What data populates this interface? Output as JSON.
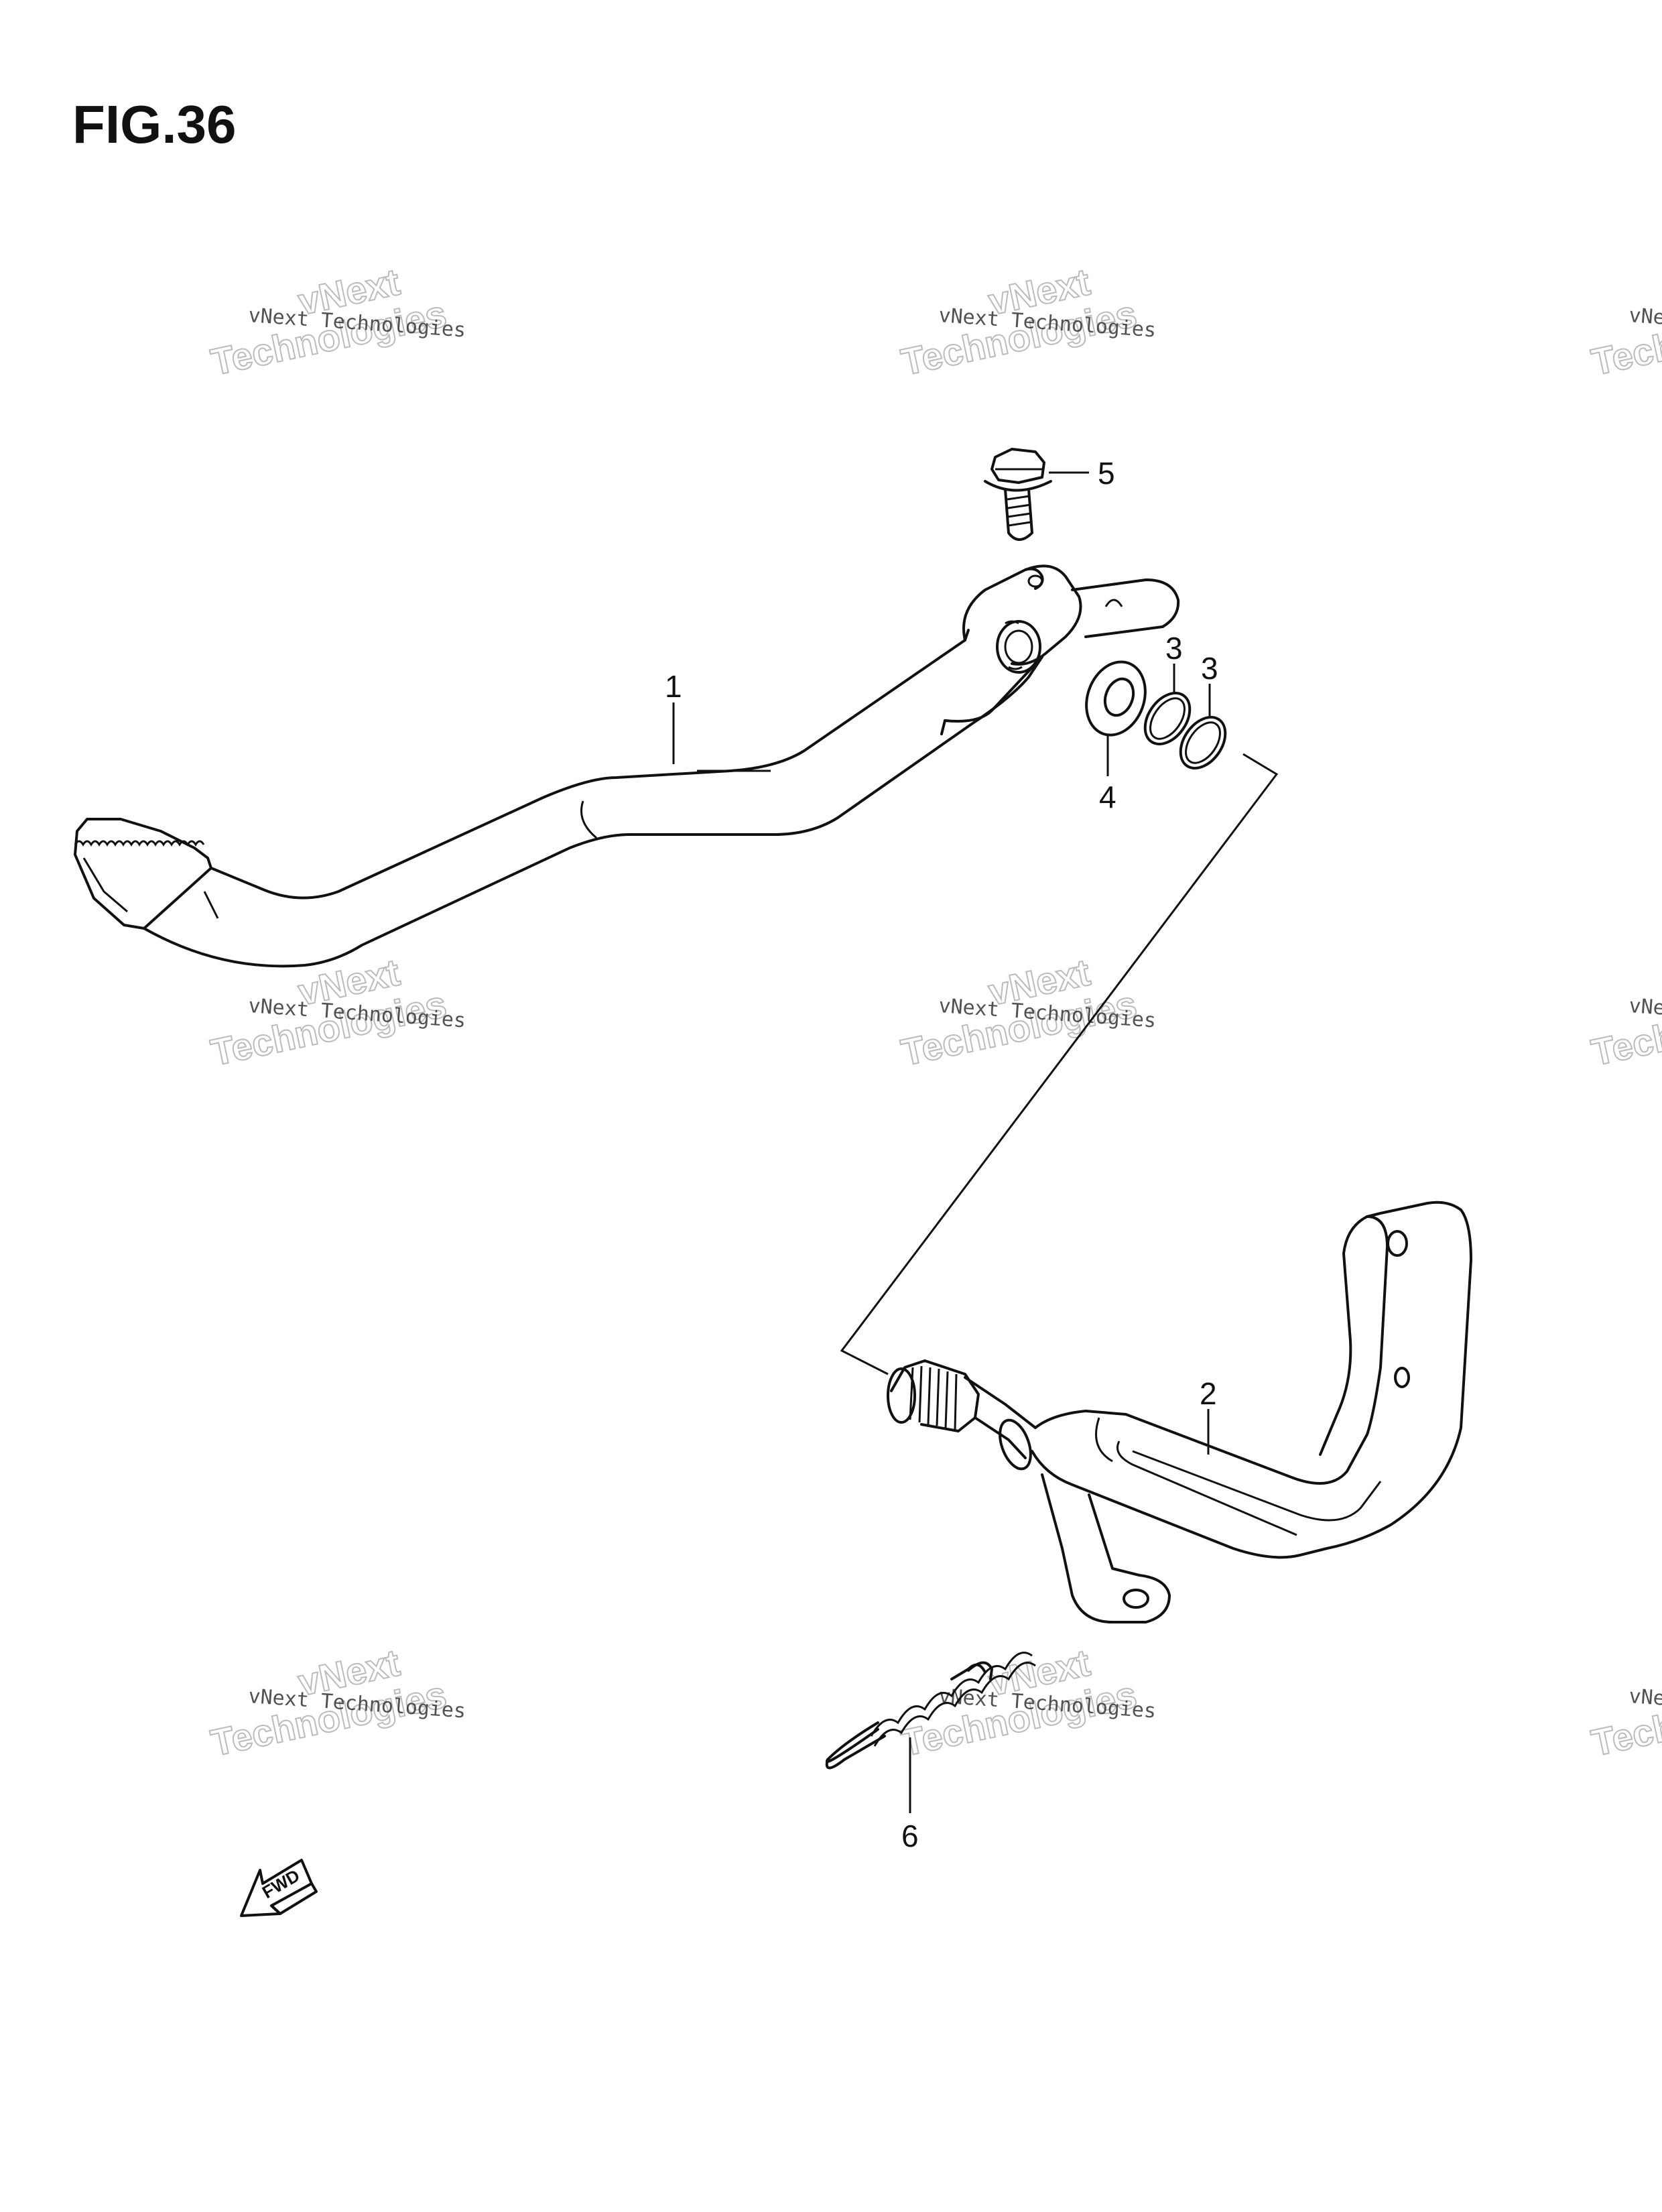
{
  "figure": {
    "title": "FIG.36"
  },
  "callouts": [
    {
      "id": "1",
      "label": "1"
    },
    {
      "id": "2",
      "label": "2"
    },
    {
      "id": "3a",
      "label": "3"
    },
    {
      "id": "3b",
      "label": "3"
    },
    {
      "id": "4",
      "label": "4"
    },
    {
      "id": "5",
      "label": "5"
    },
    {
      "id": "6",
      "label": "6"
    }
  ],
  "watermark": {
    "line_small": "vNext Technologies",
    "line_big_1": "vNext",
    "line_big_2": "Technologies"
  },
  "direction_marker": {
    "label": "FWD",
    "icon": "fwd-arrow-icon"
  }
}
